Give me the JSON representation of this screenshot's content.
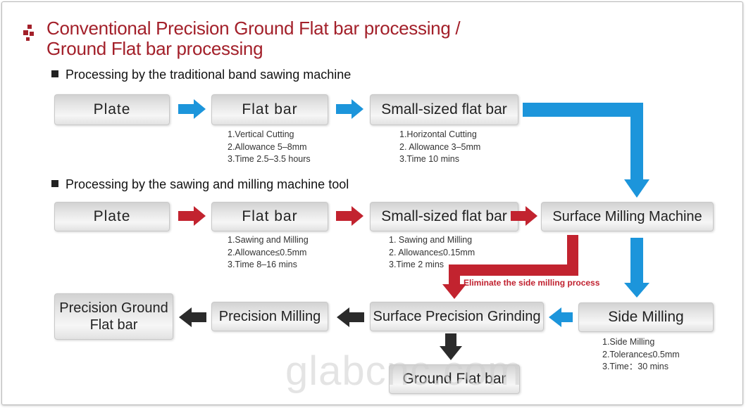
{
  "title_line1": "Conventional Precision Ground Flat bar processing /",
  "title_line2": "Ground Flat bar processing",
  "colors": {
    "accent": "#a3202a",
    "blue": "#1c95db",
    "red": "#c2232f",
    "dark": "#333333"
  },
  "icons": [
    "logo-squares-icon",
    "arrow-right-icon",
    "arrow-left-icon",
    "arrow-down-icon",
    "elbow-arrow-icon"
  ],
  "section1": {
    "heading": "Processing by the traditional band sawing machine",
    "box1": "Plate",
    "box2": "Flat bar",
    "box3": "Small-sized flat bar",
    "note1": [
      "1.Vertical Cutting",
      "2.Allowance 5–8mm",
      "3.Time 2.5–3.5 hours"
    ],
    "note2": [
      "1.Horizontal Cutting",
      "2. Allowance 3–5mm",
      "3.Time 10 mins"
    ]
  },
  "section2": {
    "heading": "Processing by the sawing and milling machine tool",
    "box1": "Plate",
    "box2": "Flat bar",
    "box3": "Small-sized flat bar",
    "box4": "Surface Milling Machine",
    "note1": [
      "1.Sawing and Milling",
      "2.Allowance≤0.5mm",
      "3.Time 8–16 mins"
    ],
    "note2": [
      "1. Sawing and Milling",
      " 2. Allowance≤0.15mm",
      "3.Time 2 mins"
    ],
    "eliminate": "Eliminate the side milling process"
  },
  "row3": {
    "final_line1": "Precision Ground",
    "final_line2": "Flat bar",
    "precision_milling": "Precision Milling",
    "surface_grinding": "Surface Precision Grinding",
    "side_milling": "Side Milling",
    "side_note": [
      "1.Side Milling",
      "2.Tolerance≤0.5mm",
      "3.Time：30 mins"
    ],
    "ground_flat_bar": "Ground Flat bar"
  },
  "watermark": "glabcnc.com"
}
